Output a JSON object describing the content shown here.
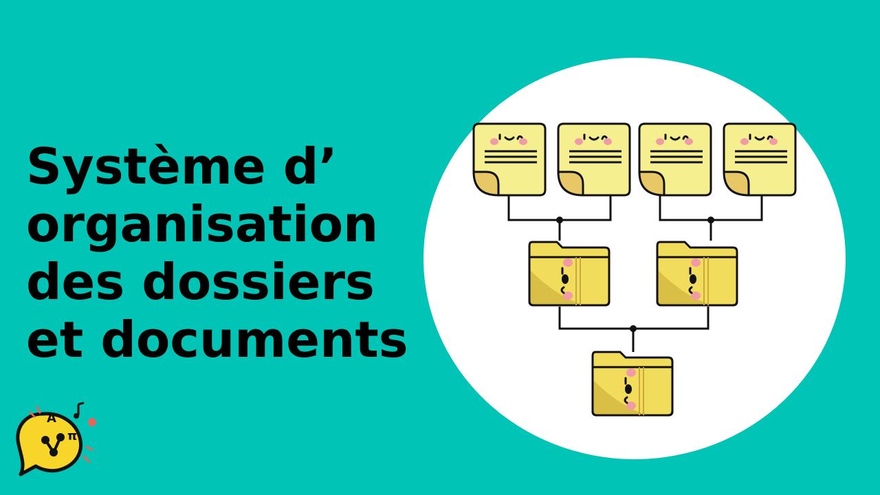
{
  "title": {
    "lines": [
      "Système d’",
      "organisation",
      "des dossiers",
      "et documents"
    ]
  },
  "colors": {
    "background": "#00c5b6",
    "circle": "#ffffff",
    "note_fill": "#f6ef90",
    "folder_fill": "#f2dc5b",
    "cheek": "#f29aa6",
    "outline": "#111111"
  },
  "diagram": {
    "levels": [
      {
        "level": "documents",
        "count": 4,
        "icon": "sticky-note-icon"
      },
      {
        "level": "sub-folders",
        "count": 2,
        "icon": "folder-icon"
      },
      {
        "level": "root-folder",
        "count": 1,
        "icon": "folder-icon"
      }
    ],
    "connections": [
      {
        "from": "note-1",
        "to": "folder-left"
      },
      {
        "from": "note-2",
        "to": "folder-left"
      },
      {
        "from": "note-3",
        "to": "folder-right"
      },
      {
        "from": "note-4",
        "to": "folder-right"
      },
      {
        "from": "folder-left",
        "to": "folder-root"
      },
      {
        "from": "folder-right",
        "to": "folder-root"
      }
    ]
  },
  "logo": {
    "icon": "speech-bubble-mascot-icon"
  }
}
